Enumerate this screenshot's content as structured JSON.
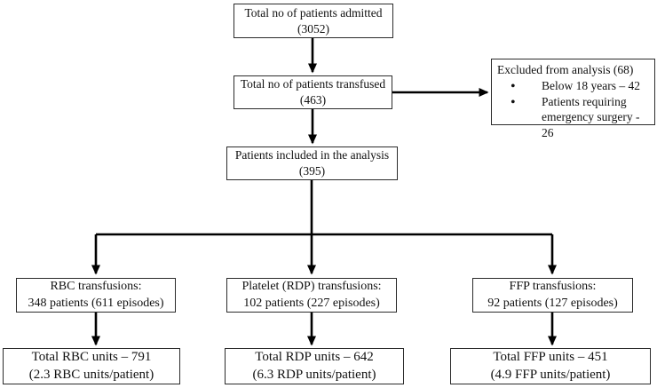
{
  "diagram": {
    "boxes": {
      "admitted": {
        "text": "Total no of patients admitted",
        "value": "(3052)"
      },
      "transfused": {
        "text": "Total no of patients transfused",
        "value": "(463)"
      },
      "excluded": {
        "title": "Excluded from analysis (68)",
        "bullet1_line1": "Below 18 years – 42",
        "bullet2_line1": "Patients requiring",
        "bullet2_line2": "emergency surgery - 26"
      },
      "included": {
        "text": "Patients included in the analysis",
        "value": "(395)"
      },
      "rbc": {
        "text": "RBC transfusions:",
        "value": "348 patients (611 episodes)"
      },
      "platelet": {
        "text": "Platelet (RDP) transfusions:",
        "value": "102 patients (227 episodes)"
      },
      "ffp": {
        "text": "FFP transfusions:",
        "value": "92 patients (127 episodes)"
      },
      "rbc_units": {
        "text": "Total RBC units – 791",
        "value": "(2.3 RBC units/patient)"
      },
      "rdp_units": {
        "text": "Total RDP units – 642",
        "value": "(6.3 RDP units/patient)"
      },
      "ffp_units": {
        "text": "Total FFP units – 451",
        "value": "(4.9 FFP units/patient)"
      }
    },
    "colors": {
      "line": "#000000",
      "border": "#2b2b2b",
      "background": "#ffffff",
      "text": "#111111"
    }
  }
}
